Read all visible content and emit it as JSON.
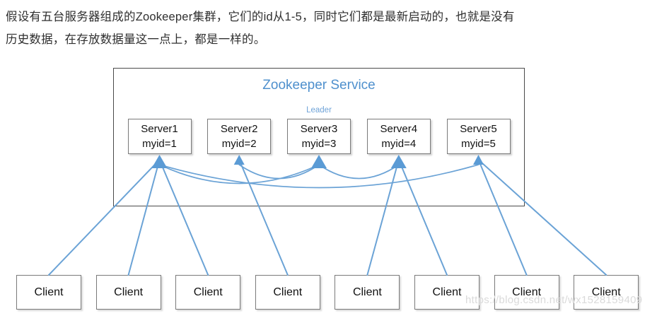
{
  "intro": {
    "line1": "假设有五台服务器组成的Zookeeper集群，它们的id从1-5，同时它们都是最新启动的，也就是没有",
    "line2": "历史数据，在存放数据量这一点上，都是一样的。"
  },
  "diagram": {
    "service_title": "Zookeeper Service",
    "leader_label": "Leader",
    "servers": [
      {
        "name": "Server1",
        "myid": "myid=1"
      },
      {
        "name": "Server2",
        "myid": "myid=2"
      },
      {
        "name": "Server3",
        "myid": "myid=3"
      },
      {
        "name": "Server4",
        "myid": "myid=4"
      },
      {
        "name": "Server5",
        "myid": "myid=5"
      }
    ],
    "leader_server_index": 2,
    "clients": [
      {
        "label": "Client"
      },
      {
        "label": "Client"
      },
      {
        "label": "Client"
      },
      {
        "label": "Client"
      },
      {
        "label": "Client"
      },
      {
        "label": "Client"
      },
      {
        "label": "Client"
      },
      {
        "label": "Client"
      }
    ],
    "connections": {
      "client_links": [
        [
          0,
          0
        ],
        [
          0,
          1
        ],
        [
          0,
          2
        ],
        [
          1,
          3
        ],
        [
          3,
          4
        ],
        [
          3,
          5
        ],
        [
          4,
          6
        ],
        [
          4,
          7
        ]
      ],
      "server_arcs": [
        [
          0,
          2
        ],
        [
          1,
          2
        ],
        [
          2,
          3
        ],
        [
          0,
          4
        ]
      ]
    },
    "colors": {
      "accent_blue": "#5b9bd5",
      "line_blue": "#6ba3d6",
      "box_border": "#7a7a7a",
      "service_border": "#4a4a4a",
      "text": "#2f2f2f",
      "watermark": "#dadada"
    }
  },
  "watermark_text": "https://blog.csdn.net/wx1528159409"
}
